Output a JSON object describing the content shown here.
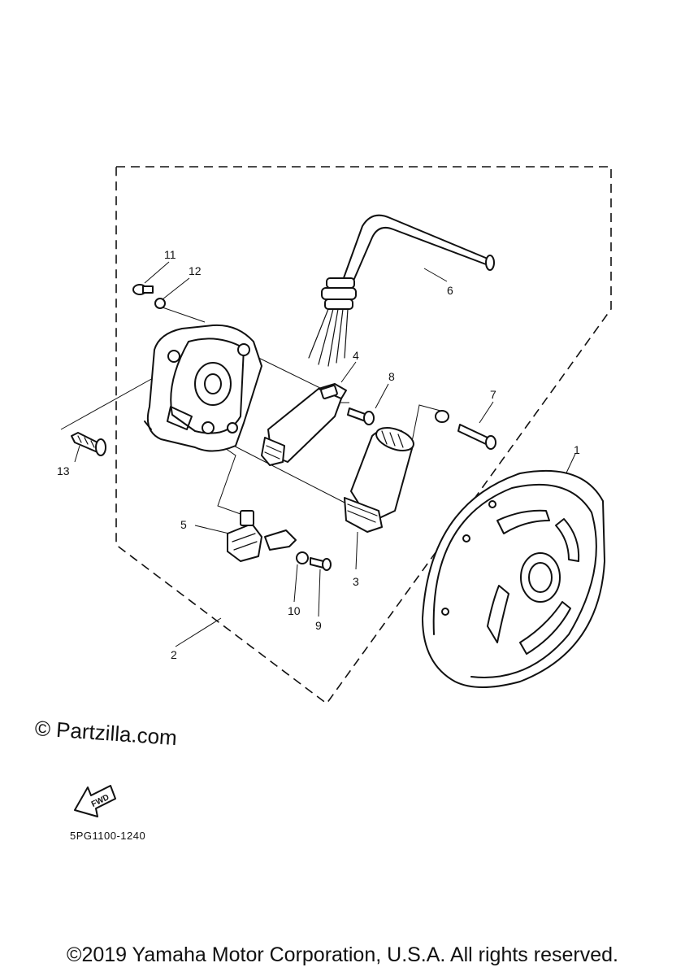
{
  "callouts": {
    "c1": "1",
    "c2": "2",
    "c3": "3",
    "c4": "4",
    "c5": "5",
    "c6": "6",
    "c7": "7",
    "c8": "8",
    "c9": "9",
    "c10": "10",
    "c11": "11",
    "c12": "12",
    "c13": "13"
  },
  "watermark": "© Partzilla.com",
  "fwd_label": "FWD",
  "diagram_code": "5PG1100-1240",
  "copyright": "©2019 Yamaha Motor Corporation, U.S.A. All rights reserved."
}
